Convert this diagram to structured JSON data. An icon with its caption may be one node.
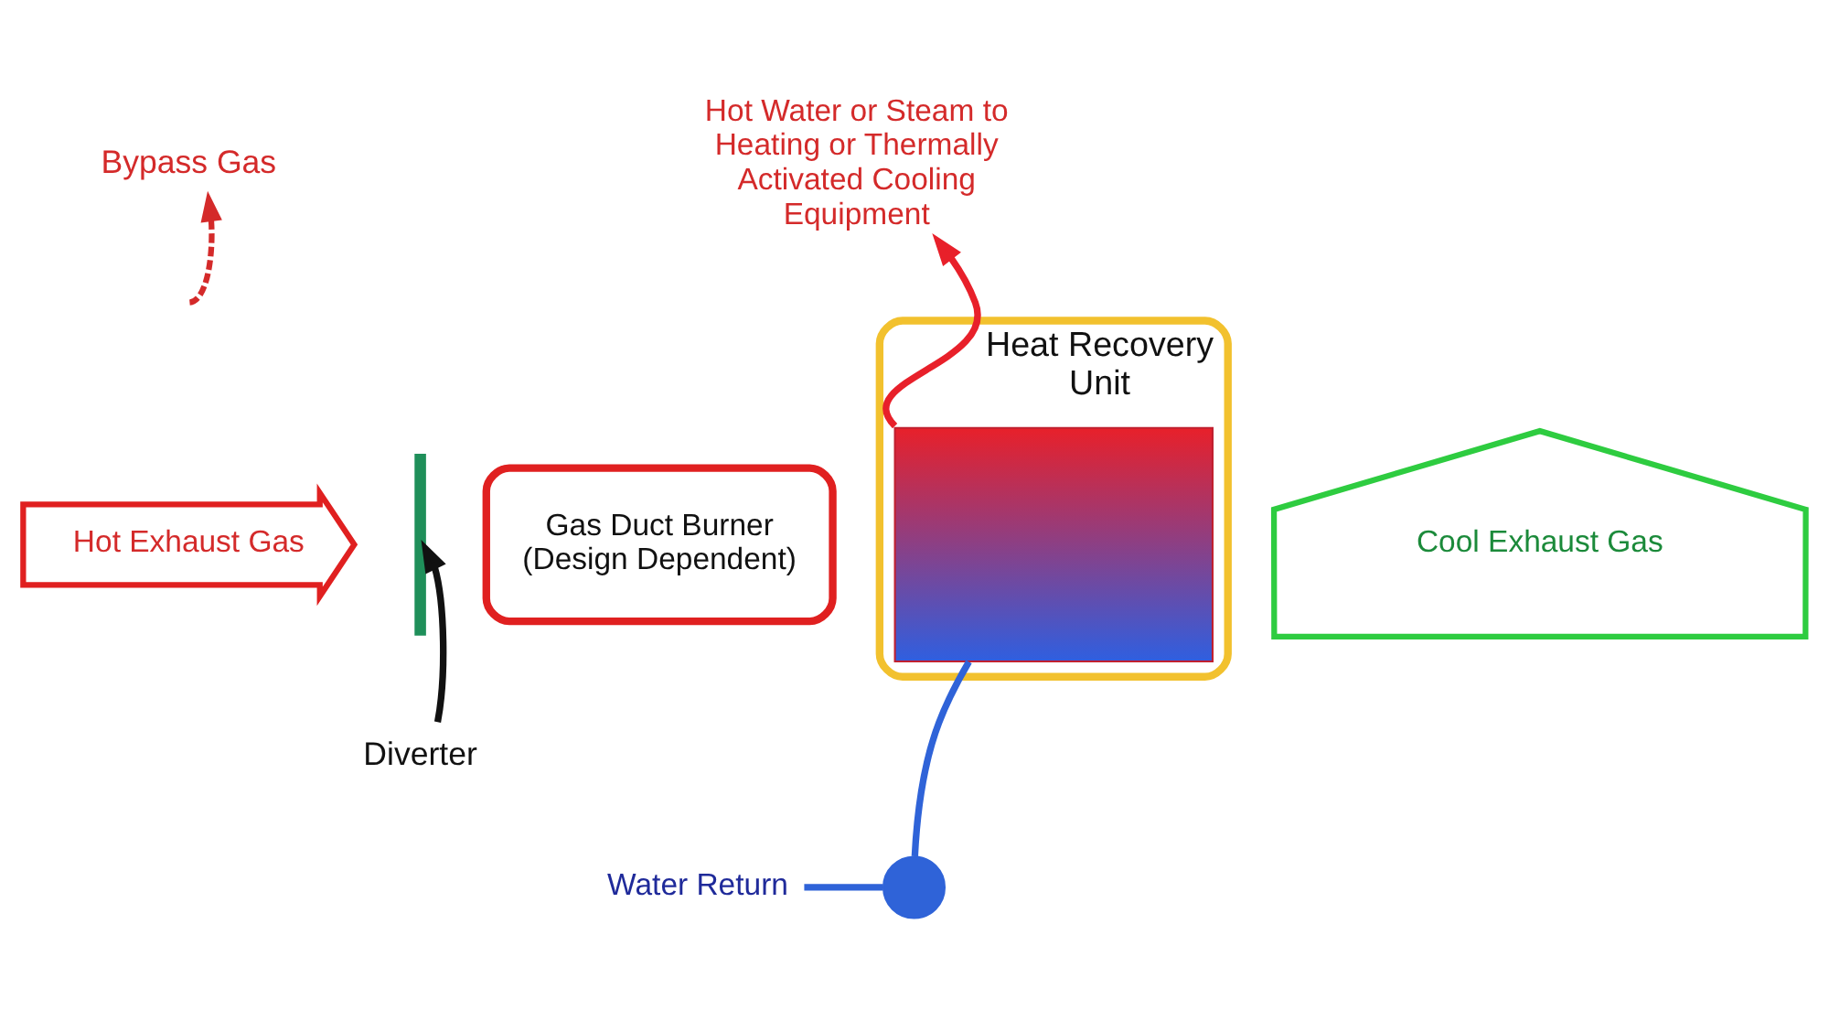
{
  "diagram": {
    "nodes": [
      {
        "text": [
          "Bypass Gas"
        ]
      },
      {
        "text": [
          "Hot Water or Steam to Heating or Thermally Activated Cooling Equipment"
        ]
      },
      {
        "text": [
          "Heat Recovery Unit"
        ]
      },
      {
        "text": [],
        "shape": "box",
        "in": 2
      },
      {
        "text": [
          "Hot Exhaust Gas"
        ]
      },
      {
        "text": [],
        "shape": "bar"
      },
      {
        "text": [
          "Gas Duct Burner",
          "(Design Dependent)"
        ]
      },
      {
        "text": [
          "Cool Exhaust Gas"
        ]
      },
      {
        "text": [
          "Diverter"
        ]
      },
      {
        "text": [
          "Water Return"
        ]
      },
      {
        "text": [],
        "shape": "circle"
      }
    ],
    "edges": [
      {
        "from": null,
        "to": 0,
        "arrow": "to",
        "style": "dashed",
        "color": "#d42a2a"
      },
      {
        "from": 8,
        "to": 5,
        "arrow": "to",
        "color": "#111111"
      },
      {
        "from": 3,
        "to": 1,
        "arrow": "to",
        "color": "#e8202a"
      },
      {
        "from": 9,
        "to": 10,
        "arrow": "none",
        "color": "#2f63d8"
      },
      {
        "from": 10,
        "to": 3,
        "arrow": "none",
        "color": "#2f63d8"
      }
    ]
  }
}
